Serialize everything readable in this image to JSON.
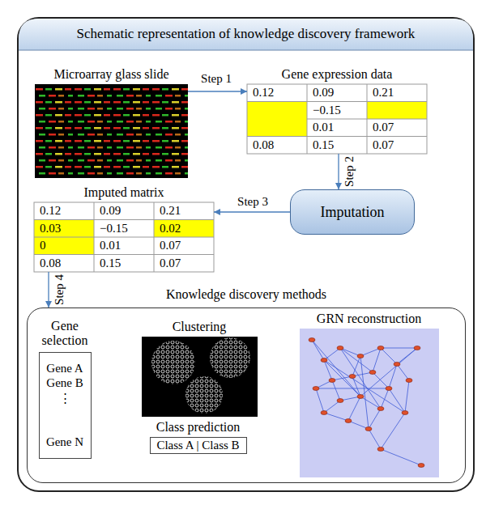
{
  "diagram": {
    "title": "Schematic representation of knowledge discovery framework",
    "nodes": [
      {
        "text": [
          "Microarray glass slide"
        ]
      },
      {
        "text": [
          "Gene expression data"
        ]
      },
      {
        "text": [
          "Imputation"
        ]
      },
      {
        "text": [
          "Imputed matrix"
        ]
      },
      {
        "text": [
          "Knowledge discovery methods"
        ]
      },
      {
        "text": [
          "Gene selection",
          "Gene A",
          "Gene B",
          "⋮",
          "Gene N"
        ],
        "in": 4
      },
      {
        "text": [
          "Clustering"
        ],
        "in": 4
      },
      {
        "text": [
          "Class prediction",
          "Class A | Class B"
        ],
        "in": 4
      },
      {
        "text": [
          "GRN reconstruction"
        ],
        "in": 4
      }
    ],
    "edges": [
      {
        "from": 0,
        "to": 1,
        "label": "Step 1",
        "arrow": "to"
      },
      {
        "from": 1,
        "to": 2,
        "label": "Step 2",
        "arrow": "to"
      },
      {
        "from": 2,
        "to": 3,
        "label": "Step 3",
        "arrow": "to"
      },
      {
        "from": 3,
        "to": 4,
        "label": "Step 4",
        "arrow": "to"
      }
    ],
    "labels": [
      "0.12",
      "0.09",
      "0.21",
      "−0.15",
      "0.01",
      "0.07",
      "0.08",
      "0.15",
      "0.07",
      "0.12",
      "0.09",
      "0.21",
      "0.03",
      "−0.15",
      "0.02",
      "0",
      "0.01",
      "0.07",
      "0.08",
      "0.15",
      "0.07"
    ]
  }
}
